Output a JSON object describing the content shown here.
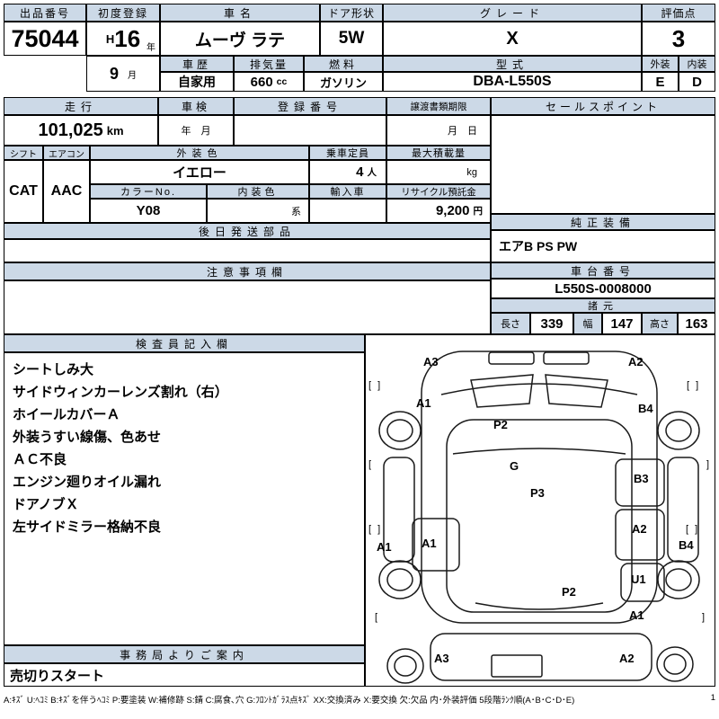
{
  "colors": {
    "header_bg": "#ccd9e7",
    "border": "#000000"
  },
  "top": {
    "lot_label": "出品番号",
    "lot_number": "75044",
    "first_reg_label": "初度登録",
    "era": "H",
    "reg_year": "16",
    "year_suffix": "年",
    "reg_month": "9",
    "month_suffix": "月",
    "car_name_label": "車名",
    "car_name": "ムーヴ ラテ",
    "door_label": "ドア形状",
    "door": "5W",
    "grade_label": "グレード",
    "grade": "X",
    "score_label": "評価点",
    "score": "3",
    "history_label": "車歴",
    "history": "自家用",
    "displacement_label": "排気量",
    "displacement": "660",
    "displacement_unit": "cc",
    "fuel_label": "燃料",
    "fuel": "ガソリン",
    "model_label": "型式",
    "model": "DBA-L550S",
    "exterior_label": "外装",
    "exterior_grade": "E",
    "interior_label": "内装",
    "interior_grade": "D"
  },
  "row2": {
    "mileage_label": "走行",
    "mileage": "101,025",
    "mileage_unit": "km",
    "shaken_label": "車検",
    "shaken_value": "年　月",
    "registration_label": "登録番号",
    "registration_value": "",
    "transfer_label": "譲渡書類期限",
    "transfer_value": "月　日",
    "sales_point_label": "セールスポイント",
    "sales_point_value": ""
  },
  "row3": {
    "shift_label": "シフト",
    "shift": "CAT",
    "aircon_label": "エアコン",
    "aircon": "AAC",
    "ext_color_label": "外装色",
    "ext_color": "イエロー",
    "capacity_label": "乗車定員",
    "capacity": "4",
    "capacity_unit": "人",
    "max_load_label": "最大積載量",
    "max_load_unit": "kg",
    "color_no_label": "カラーNo.",
    "color_no": "Y08",
    "int_color_label": "内装色",
    "int_color_suffix": "系",
    "import_label": "輸入車",
    "import_value": "",
    "recycle_label": "リサイクル預託金",
    "recycle_amount": "9,200",
    "recycle_unit": "円",
    "later_parts_label": "後日発送部品",
    "later_parts_value": ""
  },
  "right_col": {
    "genuine_label": "純正装備",
    "genuine_value": "エアB PS PW",
    "chassis_label": "車台番号",
    "chassis_number": "L550S-0008000",
    "specs_label": "諸元",
    "length_label": "長さ",
    "length": "339",
    "width_label": "幅",
    "width": "147",
    "height_label": "高さ",
    "height": "163"
  },
  "caution": {
    "label": "注意事項欄",
    "value": ""
  },
  "inspector": {
    "label": "検査員記入欄",
    "lines": [
      "シートしみ大",
      "サイドウィンカーレンズ割れ（右）",
      "ホイールカバーＡ",
      "外装うすい線傷、色あせ",
      "ＡＣ不良",
      "エンジン廻りオイル漏れ",
      "ドアノブＸ",
      "左サイドミラー格納不良"
    ]
  },
  "office": {
    "label": "事務局よりご案内",
    "value": "売切りスタート"
  },
  "diagram": {
    "labels": [
      "A3",
      "A2",
      "A1",
      "B4",
      "P2",
      "G",
      "P3",
      "B3",
      "A2",
      "A1",
      "A1",
      "B4",
      "U1",
      "P2",
      "A1",
      "A3",
      "A2"
    ],
    "brackets": [
      "[ ]",
      "[ ]",
      "[",
      "]",
      "[ ]",
      "[ ]",
      "[",
      "]"
    ]
  },
  "footer": {
    "legend": "A:ｷｽﾞ U:ﾍｺﾐ B:ｷｽﾞを伴うﾍｺﾐ P:要塗装 W:補修跡 S:錆 C:腐食､穴 G:ﾌﾛﾝﾄｶﾞﾗｽ点ｷｽﾞ XX:交換済み X:要交換 欠:欠品 内･外装評価 5段階ﾗﾝｸ順(A･B･C･D･E)",
    "page": "1"
  }
}
